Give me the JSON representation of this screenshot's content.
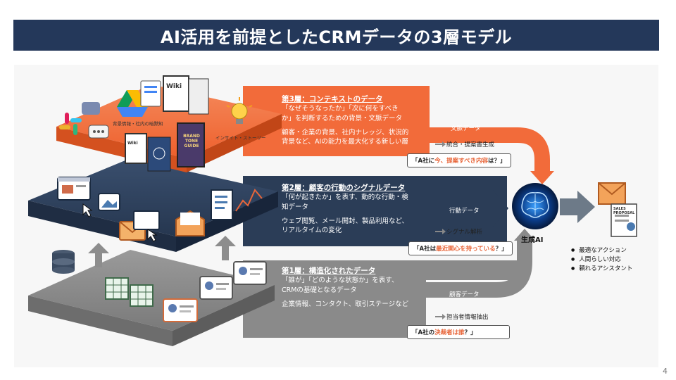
{
  "title": "AI活用を前提としたCRMデータの3層モデル",
  "page_number": "4",
  "colors": {
    "title_bg": "#24385a",
    "layer3": "#f26b3a",
    "layer2": "#2b3d57",
    "layer1": "#808080",
    "accent": "#e8663a"
  },
  "layers": [
    {
      "heading": "第3層：コンテキストのデータ",
      "desc1": "「なぜそうなったか」「次に何をすべき",
      "desc2": "か」を判断するための背景・文脈データ",
      "detail1": "顧客・企業の背景、社内ナレッジ、状況的",
      "detail2": "背景など、AIの能力を最大化する新しい層",
      "flow_label": "文脈データ",
      "process": "統合・提案書生成",
      "question_pre": "「A社に",
      "question_hl": "今、提案すべき内容",
      "question_post": "は？」",
      "illus_label1": "背景情報・社内の暗黙知",
      "illus_label2": "インサイト・ストーリー"
    },
    {
      "heading": "第2層：顧客の行動のシグナルデータ",
      "desc1": "「何が起きたか」を表す、動的な行動・検",
      "desc2": "知データ",
      "detail1": "ウェブ閲覧、メール開封、製品利用など、",
      "detail2": "リアルタイムの変化",
      "flow_label": "行動データ",
      "process": "シグナル解析",
      "question_pre": "「A社は",
      "question_hl": "最近関心を持っている",
      "question_post": "？」"
    },
    {
      "heading": "第1層：構造化されたデータ",
      "desc1": "「誰が」「どのような状態か」を表す、",
      "desc2": "CRMの基礎となるデータ",
      "detail1": "企業情報、コンタクト、取引ステージなど",
      "detail2": "",
      "flow_label": "顧客データ",
      "process": "担当者情報抽出",
      "question_pre": "「A社の",
      "question_hl": "決裁者は誰",
      "question_post": "？」"
    }
  ],
  "ai_label": "生成AI",
  "outcomes": [
    "最適なアクション",
    "人間らしい対応",
    "頼れるアシスタント"
  ],
  "icon_texts": [
    "Wiki",
    "BRAND TONE GUIDE",
    "Wiki",
    "SALES PROPOSAL"
  ]
}
